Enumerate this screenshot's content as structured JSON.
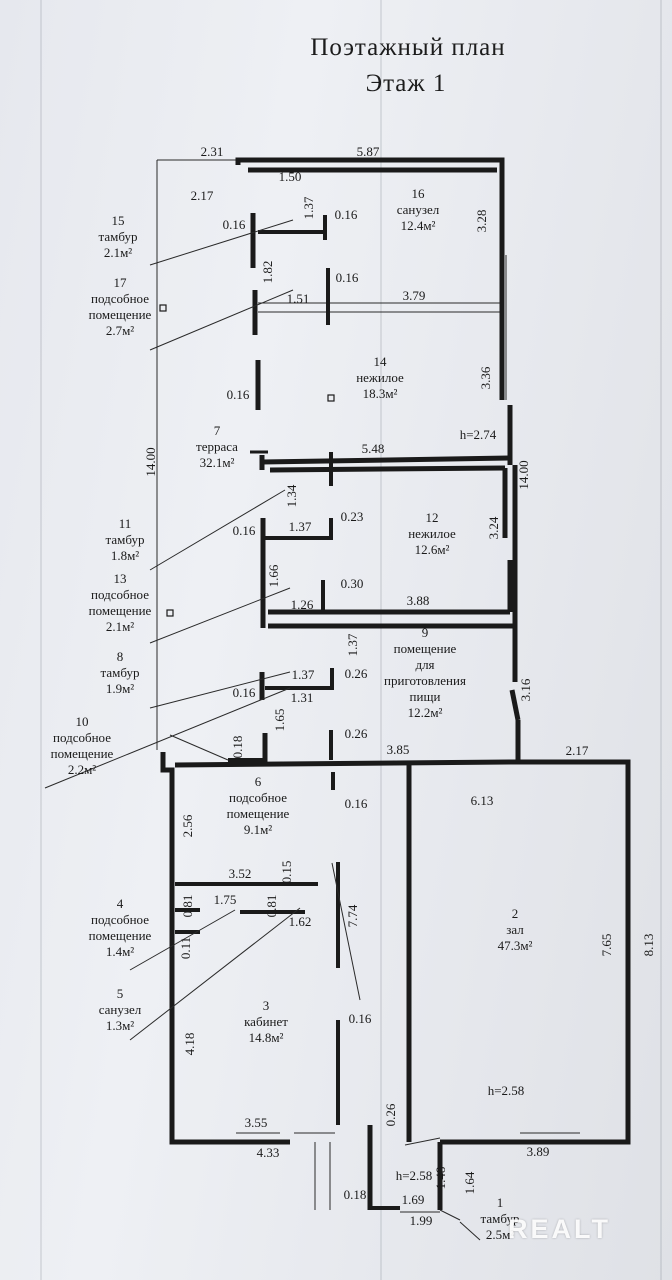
{
  "header": {
    "title": "Поэтажный план",
    "floor": "Этаж 1"
  },
  "rooms": [
    {
      "num": "1",
      "name": [
        "тамбур"
      ],
      "area": "2.5м²"
    },
    {
      "num": "2",
      "name": [
        "зал"
      ],
      "area": "47.3м²"
    },
    {
      "num": "3",
      "name": [
        "кабинет"
      ],
      "area": "14.8м²"
    },
    {
      "num": "4",
      "name": [
        "подсобное",
        "помещение"
      ],
      "area": "1.4м²"
    },
    {
      "num": "5",
      "name": [
        "санузел"
      ],
      "area": "1.3м²"
    },
    {
      "num": "6",
      "name": [
        "подсобное",
        "помещение"
      ],
      "area": "9.1м²"
    },
    {
      "num": "7",
      "name": [
        "терраса"
      ],
      "area": "32.1м²"
    },
    {
      "num": "8",
      "name": [
        "тамбур"
      ],
      "area": "1.9м²"
    },
    {
      "num": "9",
      "name": [
        "помещение",
        "для",
        "приготовления",
        "пищи"
      ],
      "area": "12.2м²"
    },
    {
      "num": "10",
      "name": [
        "подсобное",
        "помещение"
      ],
      "area": "2.2м²"
    },
    {
      "num": "11",
      "name": [
        "тамбур"
      ],
      "area": "1.8м²"
    },
    {
      "num": "12",
      "name": [
        "нежилое"
      ],
      "area": "12.6м²"
    },
    {
      "num": "13",
      "name": [
        "подсобное",
        "помещение"
      ],
      "area": "2.1м²"
    },
    {
      "num": "14",
      "name": [
        "нежилое"
      ],
      "area": "18.3м²"
    },
    {
      "num": "15",
      "name": [
        "тамбур"
      ],
      "area": "2.1м²"
    },
    {
      "num": "16",
      "name": [
        "санузел"
      ],
      "area": "12.4м²"
    },
    {
      "num": "17",
      "name": [
        "подсобное",
        "помещение"
      ],
      "area": "2.7м²"
    }
  ],
  "dimensions": [
    "2.31",
    "5.87",
    "1.50",
    "1.37",
    "2.17",
    "0.16",
    "0.16",
    "3.28",
    "1.82",
    "0.16",
    "1.51",
    "3.79",
    "3.36",
    "0.16",
    "14.00",
    "h=2.74",
    "5.48",
    "14.00",
    "1.34",
    "0.16",
    "1.37",
    "0.23",
    "3.24",
    "1.66",
    "0.30",
    "1.26",
    "3.88",
    "1.37",
    "1.37",
    "0.26",
    "3.16",
    "0.16",
    "1.31",
    "1.65",
    "0.18",
    "0.26",
    "3.85",
    "2.17",
    "2.56",
    "0.16",
    "6.13",
    "3.52",
    "0.15",
    "1.75",
    "0.81",
    "0.81",
    "1.62",
    "7.74",
    "0.11",
    "7.65",
    "8.13",
    "4.18",
    "0.16",
    "h=2.58",
    "3.55",
    "0.26",
    "4.33",
    "1.48",
    "3.89",
    "h=2.58",
    "1.64",
    "0.18",
    "1.69",
    "1.99"
  ],
  "watermark": "REALT"
}
